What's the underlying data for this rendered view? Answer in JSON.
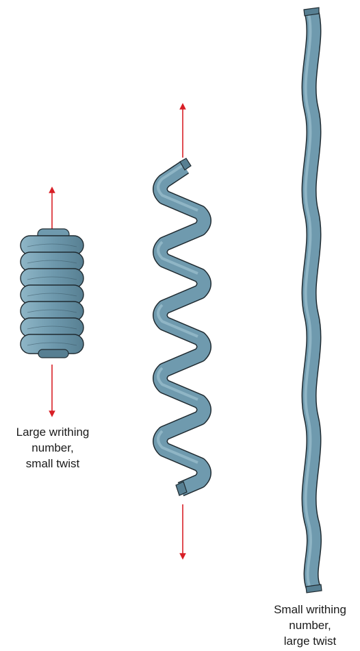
{
  "figure": {
    "labels": {
      "left": [
        "Large writhing",
        "number,",
        "small twist"
      ],
      "right": [
        "Small writhing",
        "number,",
        "large twist"
      ]
    },
    "colors": {
      "rod_fill": "#6f9aae",
      "rod_stroke": "#1f2a30",
      "arrow": "#d81f26"
    }
  }
}
